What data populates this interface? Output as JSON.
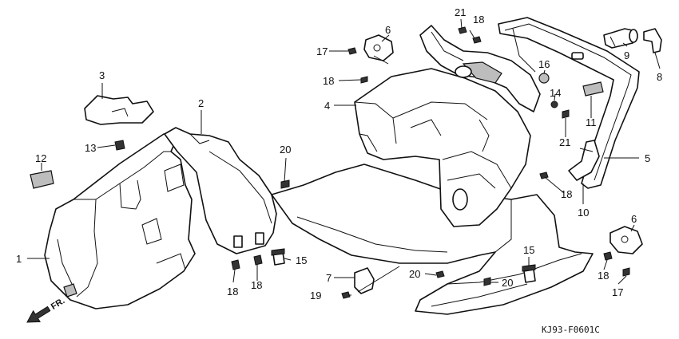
{
  "diagram": {
    "drawing_code": "KJ93-F0601C",
    "direction_label": "FR.",
    "callouts": {
      "c1": "1",
      "c2": "2",
      "c3": "3",
      "c4": "4",
      "c5": "5",
      "c6a": "6",
      "c6b": "6",
      "c7": "7",
      "c8": "8",
      "c9": "9",
      "c10": "10",
      "c11": "11",
      "c12": "12",
      "c13": "13",
      "c14": "14",
      "c15a": "15",
      "c15b": "15",
      "c16": "16",
      "c17a": "17",
      "c17b": "17",
      "c18a": "18",
      "c18b": "18",
      "c18c": "18",
      "c18d": "18",
      "c18e": "18",
      "c18f": "18",
      "c19": "19",
      "c20a": "20",
      "c20b": "20",
      "c20c": "20",
      "c21a": "21",
      "c21b": "21"
    }
  }
}
